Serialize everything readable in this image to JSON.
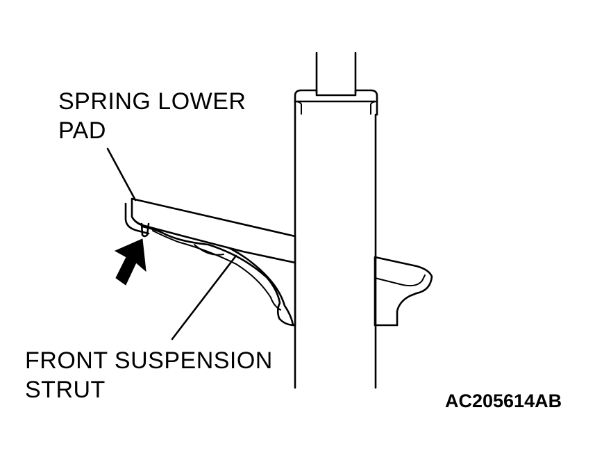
{
  "labels": {
    "spring_pad_line1": "SPRING LOWER",
    "spring_pad_line2": "PAD",
    "strut_line1": "FRONT SUSPENSION",
    "strut_line2": "STRUT",
    "figure_code": "AC205614AB"
  },
  "colors": {
    "ink": "#000000",
    "paper": "#ffffff"
  },
  "icons": {
    "direction_arrow": "arrow-icon"
  }
}
